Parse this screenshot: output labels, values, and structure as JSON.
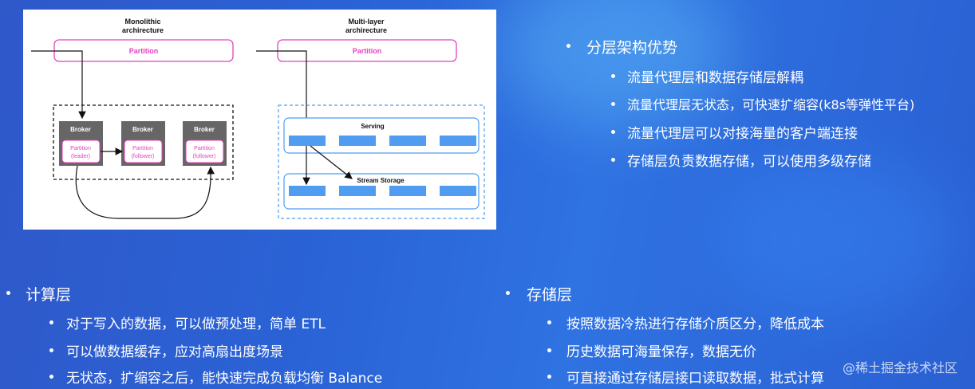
{
  "diagram": {
    "monolithic_title_line1": "Monolithic",
    "monolithic_title_line2": "archirecture",
    "multilayer_title_line1": "Multi-layer",
    "multilayer_title_line2": "archirecture",
    "partition_label": "Partition",
    "broker_label": "Broker",
    "partition_leader_line1": "Partition",
    "partition_leader_line2": "(leader)",
    "partition_follower_line1": "Partition",
    "partition_follower_line2": "(follower)",
    "serving_label": "Serving",
    "stream_storage_label": "Stream Storage"
  },
  "advantages": {
    "title": "分层架构优势",
    "items": [
      "流量代理层和数据存储层解耦",
      "流量代理层无状态，可快速扩缩容(k8s等弹性平台)",
      "流量代理层可以对接海量的客户端连接",
      "存储层负责数据存储，可以使用多级存储"
    ]
  },
  "compute": {
    "title": "计算层",
    "items": [
      "对于写入的数据，可以做预处理，简单 ETL",
      "可以做数据缓存，应对高扇出度场景",
      "无状态，扩缩容之后，能快速完成负载均衡 Balance"
    ]
  },
  "storage": {
    "title": "存储层",
    "items": [
      "按照数据冷热进行存储介质区分，降低成本",
      "历史数据可海量保存，数据无价",
      "可直接通过存储层接口读取数据，批式计算"
    ]
  },
  "watermark": "@稀土掘金技术社区",
  "colors": {
    "partition_pink": "#e83fbf",
    "broker_gray": "#666666",
    "serving_blue": "#4f9cf0"
  }
}
